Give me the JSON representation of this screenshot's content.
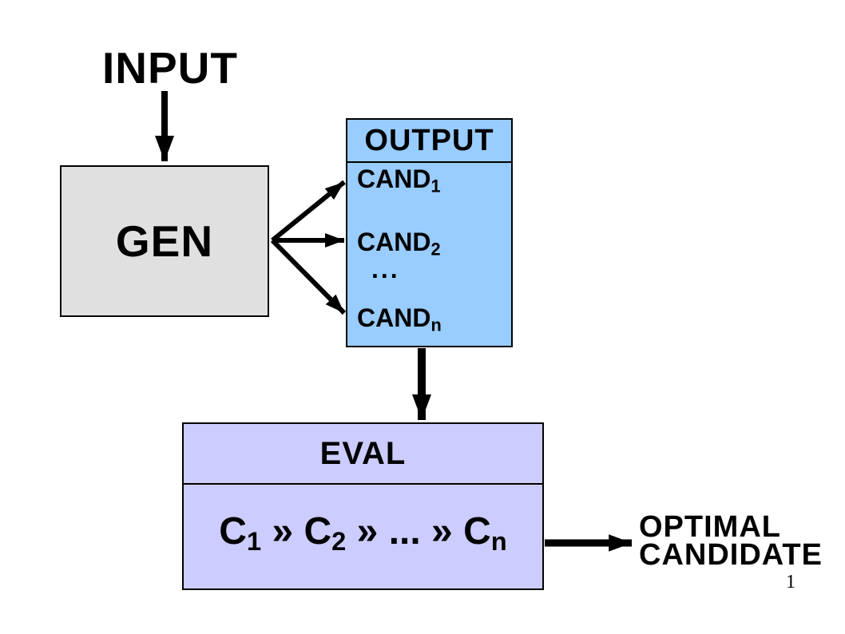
{
  "page": {
    "background": "#ffffff",
    "page_number": "1"
  },
  "colors": {
    "gen_fill": "#e0e0e0",
    "output_fill": "#99ccff",
    "eval_fill": "#ccccff",
    "border": "#000000",
    "arrow": "#000000",
    "text": "#000000"
  },
  "diagram": {
    "input_label": "INPUT",
    "gen": {
      "label": "GEN"
    },
    "output": {
      "title": "OUTPUT",
      "candidates": [
        {
          "text": "CAND",
          "sub": "1"
        },
        {
          "text": "CAND",
          "sub": "2"
        },
        {
          "text": "..."
        },
        {
          "text": "CAND",
          "sub": "n"
        }
      ]
    },
    "eval": {
      "title": "EVAL",
      "ranking_parts": [
        {
          "text": "C",
          "sub": "1"
        },
        {
          "text": " » "
        },
        {
          "text": "C",
          "sub": "2"
        },
        {
          "text": " » ... » "
        },
        {
          "text": "C",
          "sub": "n"
        }
      ]
    },
    "optimal": {
      "lines": [
        "OPTIMAL",
        "CANDIDATE"
      ]
    }
  }
}
